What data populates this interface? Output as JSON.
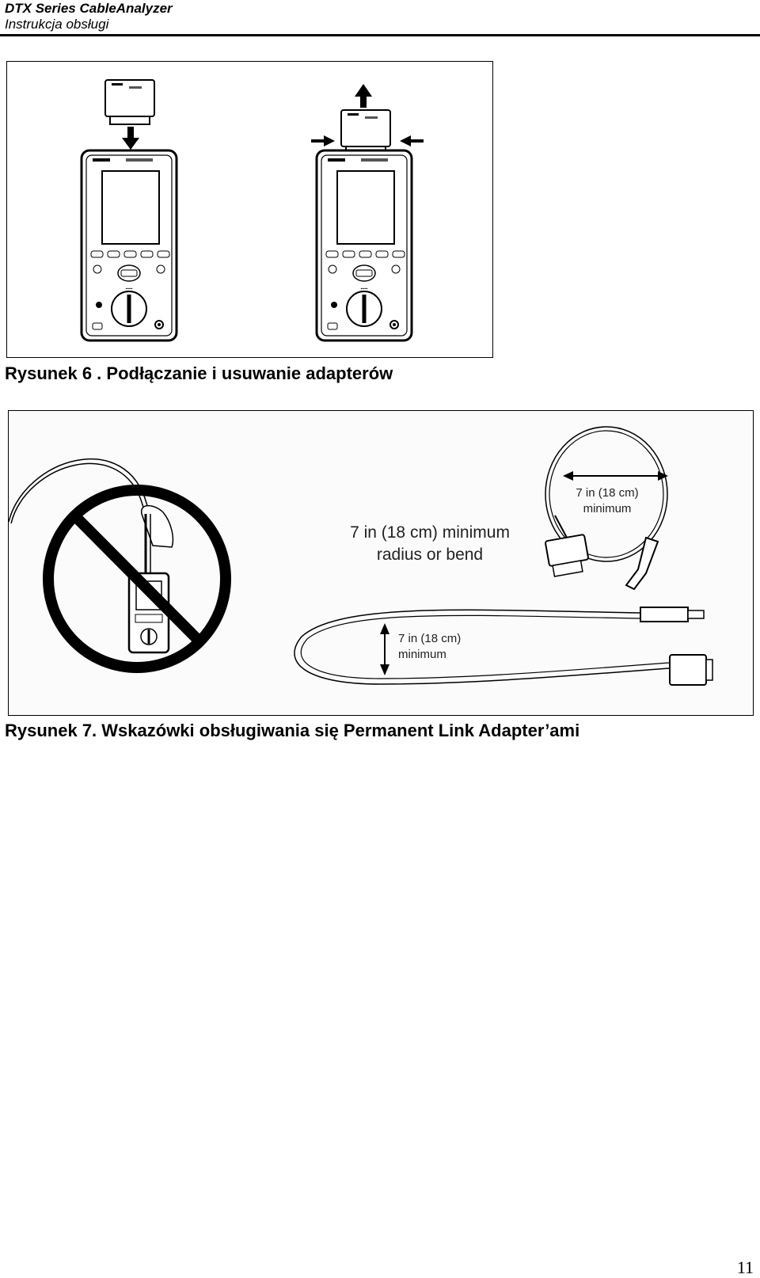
{
  "header": {
    "product": "DTX Series CableAnalyzer",
    "subtitle": "Instrukcja obsługi"
  },
  "figure6": {
    "caption": "Rysunek 6 . Podłączanie i usuwanie adapterów"
  },
  "figure7": {
    "caption": "Rysunek 7. Wskazówki obsługiwania się Permanent Link Adapter’ami",
    "center_label_line1": "7 in (18 cm) minimum",
    "center_label_line2": "radius or bend",
    "loop_label_line1": "7 in (18 cm)",
    "loop_label_line2": "minimum",
    "cable_label_line1": "7 in (18 cm)",
    "cable_label_line2": "minimum"
  },
  "footer": {
    "page_number": "11"
  }
}
